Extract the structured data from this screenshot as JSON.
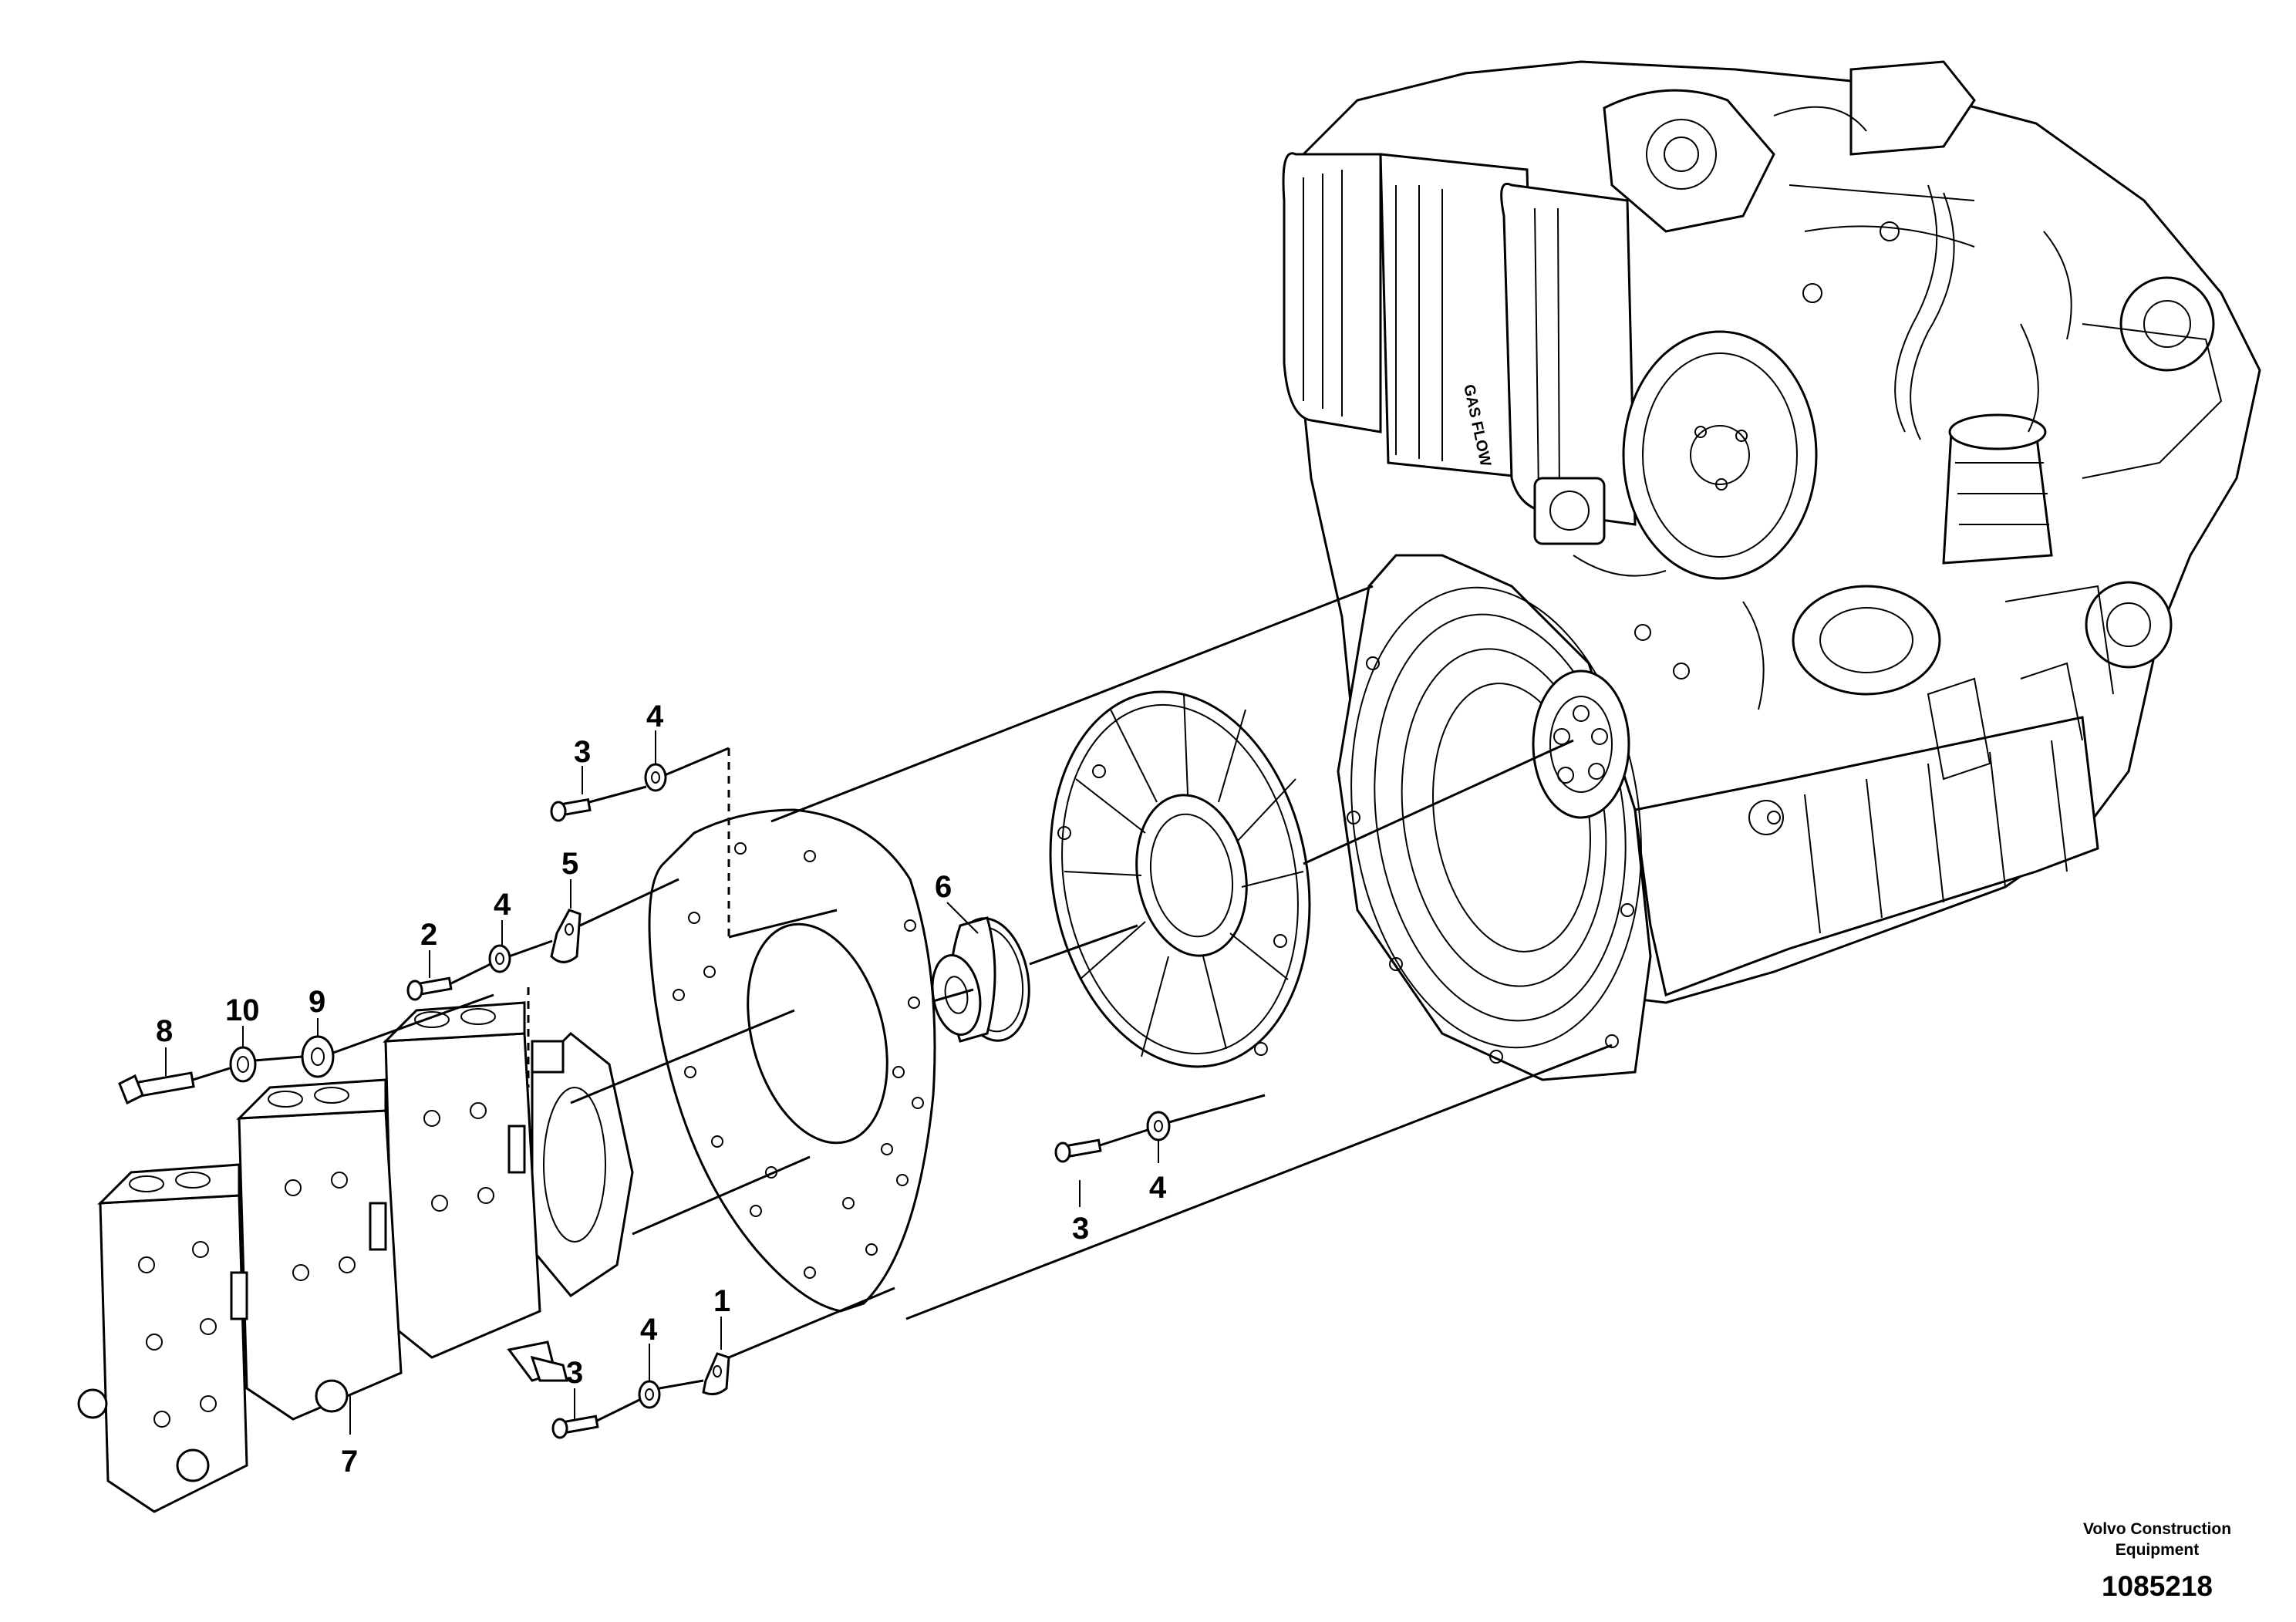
{
  "callouts": [
    {
      "id": "c1",
      "label": "1"
    },
    {
      "id": "c2",
      "label": "2"
    },
    {
      "id": "c3a",
      "label": "3"
    },
    {
      "id": "c3b",
      "label": "3"
    },
    {
      "id": "c3c",
      "label": "3"
    },
    {
      "id": "c4a",
      "label": "4"
    },
    {
      "id": "c4b",
      "label": "4"
    },
    {
      "id": "c4c",
      "label": "4"
    },
    {
      "id": "c4d",
      "label": "4"
    },
    {
      "id": "c5",
      "label": "5"
    },
    {
      "id": "c6",
      "label": "6"
    },
    {
      "id": "c7",
      "label": "7"
    },
    {
      "id": "c8",
      "label": "8"
    },
    {
      "id": "c9",
      "label": "9"
    },
    {
      "id": "c10",
      "label": "10"
    }
  ],
  "engine_label": "GAS FLOW",
  "footer": {
    "brand_line1": "Volvo Construction",
    "brand_line2": "Equipment",
    "doc_number": "1085218"
  }
}
